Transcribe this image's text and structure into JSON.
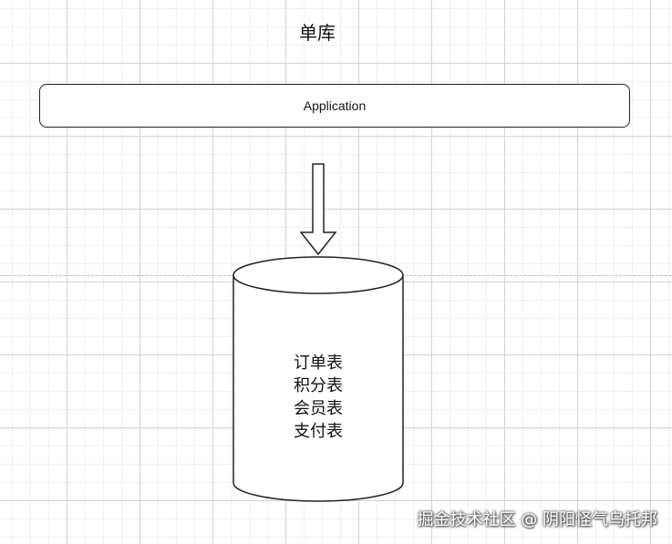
{
  "title": "单库",
  "application": {
    "label": "Application"
  },
  "database": {
    "tables": [
      "订单表",
      "积分表",
      "会员表",
      "支付表"
    ]
  },
  "watermark": "掘金技术社区 @ 阴阳怪气乌托邦"
}
